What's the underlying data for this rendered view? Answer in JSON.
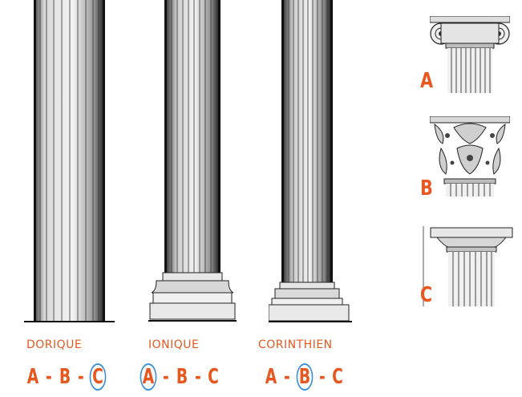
{
  "columns": [
    {
      "name": "DORIQUE",
      "answer": [
        "A",
        "B",
        "C"
      ],
      "circled": "C"
    },
    {
      "name": "IONIQUE",
      "answer": [
        "A",
        "B",
        "C"
      ],
      "circled": "A"
    },
    {
      "name": "CORINTHIEN",
      "answer": [
        "A",
        "B",
        "C"
      ],
      "circled": "B"
    }
  ],
  "capitals": [
    {
      "label": "A",
      "style": "ionic-capital"
    },
    {
      "label": "B",
      "style": "corinthian-capital"
    },
    {
      "label": "C",
      "style": "doric-capital"
    }
  ],
  "dash": "-",
  "colors": {
    "accent": "#e8571f",
    "circle": "#3b8fd6",
    "ink": "#2a2a2a"
  }
}
